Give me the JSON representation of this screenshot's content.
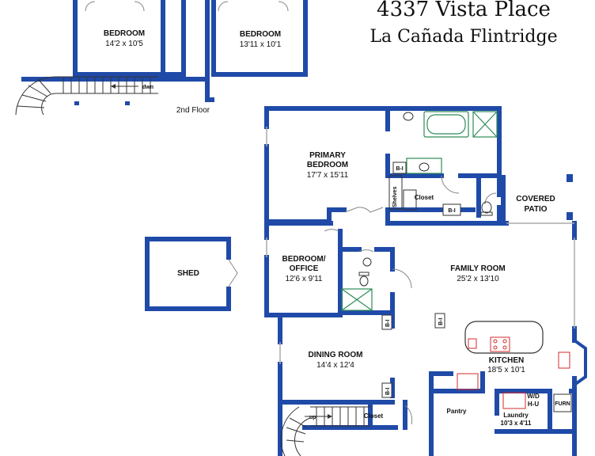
{
  "header": {
    "address": "4337 Vista Place",
    "city": "La Cañada Flintridge"
  },
  "floor_label": "2nd Floor",
  "rooms": {
    "bedroom_a": {
      "name": "BEDROOM",
      "dims": "14'2 x 10'5"
    },
    "bedroom_b": {
      "name": "BEDROOM",
      "dims": "13'11 x 10'1"
    },
    "primary": {
      "name_1": "PRIMARY",
      "name_2": "BEDROOM",
      "dims": "17'7 x 15'11"
    },
    "covered_patio": {
      "name_1": "COVERED",
      "name_2": "PATIO"
    },
    "shed": {
      "name": "SHED"
    },
    "bed_office": {
      "name_1": "BEDROOM/",
      "name_2": "OFFICE",
      "dims": "12'6 x 9'11"
    },
    "family": {
      "name": "FAMILY ROOM",
      "dims": "25'2 x 13'10"
    },
    "dining": {
      "name": "DINING ROOM",
      "dims": "14'4 x 12'4"
    },
    "kitchen": {
      "name": "KITCHEN",
      "dims": "18'5 x 10'1"
    },
    "laundry": {
      "name": "Laundry",
      "dims": "10'3 x 4'11"
    },
    "pantry": {
      "name": "Pantry"
    },
    "closet_primary": {
      "name": "Closet"
    },
    "closet_lower": {
      "name": "Closet"
    },
    "shelves": {
      "name": "Shelves"
    },
    "wd": {
      "line_1": "W/D",
      "line_2": "H-U"
    },
    "furn": {
      "name": "FURN"
    }
  },
  "stairs": {
    "down": "dwn",
    "up": "up"
  },
  "built_in": "B-I",
  "colors": {
    "wall": "#1f4aa8",
    "fixture": "#2e8b57",
    "appliance": "#d62b2b"
  }
}
